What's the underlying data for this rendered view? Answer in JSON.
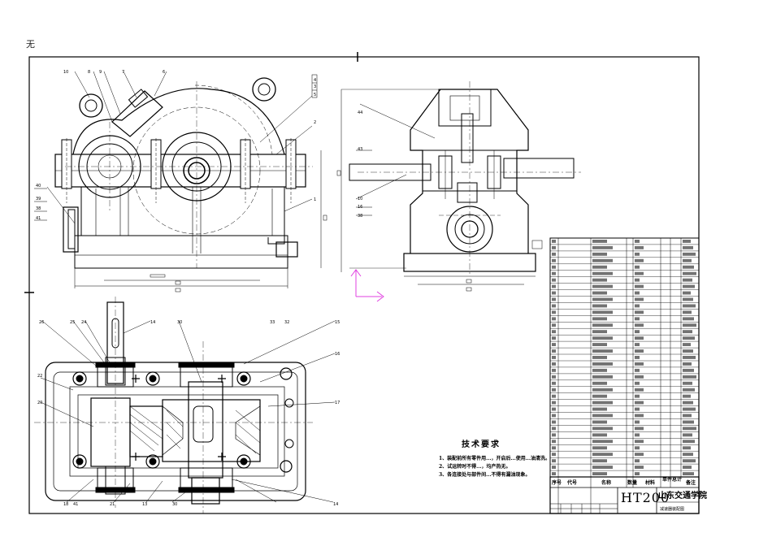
{
  "corner_text": "无",
  "technical_requirements": {
    "title": "技术要求",
    "notes": [
      "1、装配前所有零件用...，开启后...使用...油清洗。",
      "2、试运转时不得...，均产热无。",
      "3、各连接处与部件间...不得有漏油现象。"
    ]
  },
  "title_block": {
    "material": "HT200",
    "company": "山东交通学院",
    "drawing_name": "减速器装配图",
    "headers": [
      "序号",
      "代号",
      "名称",
      "数量",
      "材料",
      "单件",
      "总计",
      "备注"
    ]
  },
  "parts_rows": 37
}
